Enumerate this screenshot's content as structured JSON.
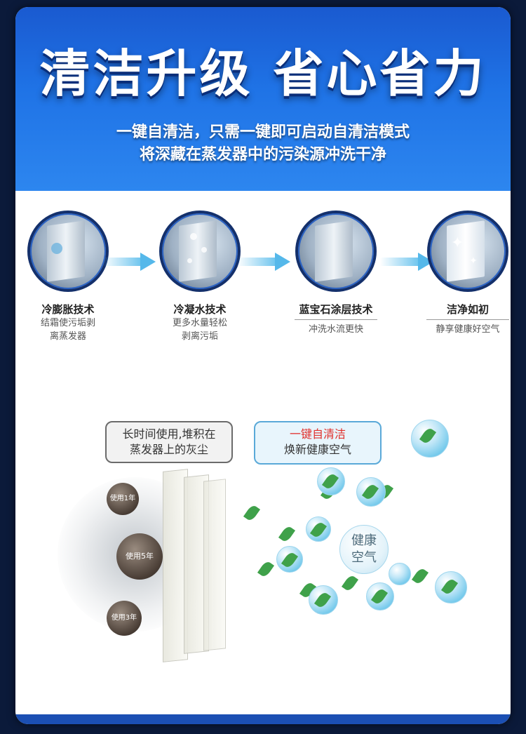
{
  "hero": {
    "title": "清洁升级 省心省力",
    "line1": "一键自清洁，只需一键即可启动自清洁模式",
    "line2": "将深藏在蒸发器中的污染源冲洗干净"
  },
  "steps": [
    {
      "title": "冷膨胀技术",
      "sub1": "结霜使污垢剥",
      "sub2": "离蒸发器"
    },
    {
      "title": "冷凝水技术",
      "sub1": "更多水量轻松",
      "sub2": "剥离污垢"
    },
    {
      "title": "蓝宝石涂层技术",
      "sub1": "冲洗水流更快",
      "sub2": ""
    },
    {
      "title": "洁净如初",
      "sub1": "静享健康好空气",
      "sub2": ""
    }
  ],
  "scene": {
    "bubble_left_line1": "长时间使用,堆积在",
    "bubble_left_line2": "蒸发器上的灰尘",
    "bubble_right_line1": "一键自清洁",
    "bubble_right_line2": "焕新健康空气",
    "health_line1": "健康",
    "health_line2": "空气",
    "badges": [
      "使用1年",
      "使用5年",
      "使用3年"
    ]
  },
  "colors": {
    "brand_blue": "#1f73e6",
    "accent_red": "#e0302c",
    "leaf_green": "#3fa14a"
  },
  "icons": [
    "frost-crystal-icon",
    "water-drop-icon",
    "shine-star-icon",
    "arrow-right-icon",
    "leaf-icon"
  ]
}
